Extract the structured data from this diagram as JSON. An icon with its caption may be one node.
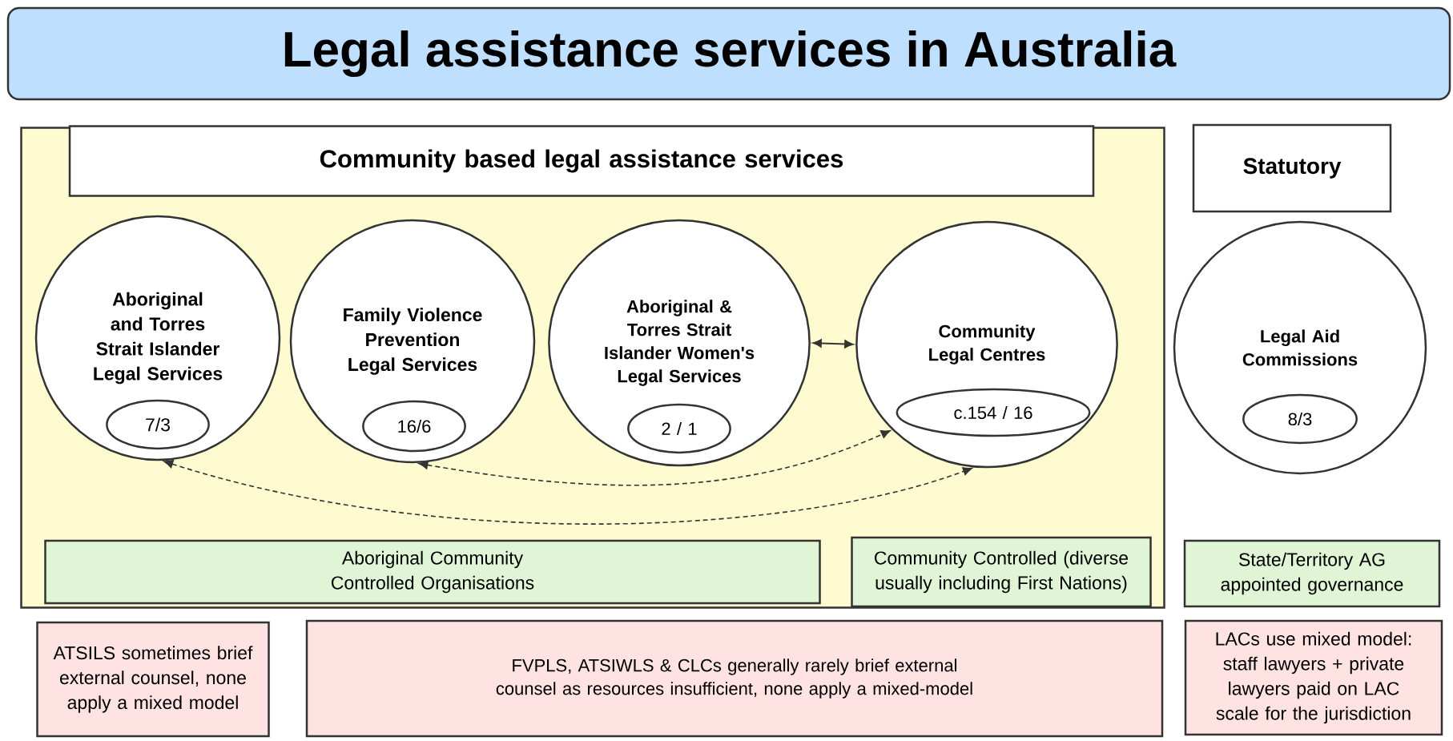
{
  "diagram": {
    "title": "Legal assistance services in Australia",
    "nodes": [
      {
        "text": [],
        "shape": "box"
      },
      {
        "text": [
          "Community based legal assistance services"
        ],
        "in": 0
      },
      {
        "text": [
          "Aboriginal and Torres Strait Islander Legal Services"
        ],
        "in": 0
      },
      {
        "text": [
          "7/3"
        ],
        "in": 2
      },
      {
        "text": [
          "Family Violence Prevention Legal Services"
        ],
        "in": 0
      },
      {
        "text": [
          "16/6"
        ],
        "in": 4
      },
      {
        "text": [
          "Aboriginal & Torres Strait Islander Women's Legal Services"
        ],
        "in": 0
      },
      {
        "text": [
          "2 / 1"
        ],
        "in": 6
      },
      {
        "text": [
          "Community Legal Centres"
        ],
        "in": 0
      },
      {
        "text": [
          "c.154 / 16"
        ],
        "in": 8
      },
      {
        "text": [
          "Statutory"
        ]
      },
      {
        "text": [
          "Legal Aid Commissions"
        ]
      },
      {
        "text": [
          "8/3"
        ],
        "in": 11
      },
      {
        "text": [
          "Aboriginal Community Controlled Organisations"
        ],
        "in": 0
      },
      {
        "text": [
          "Community Controlled (diverse usually including First Nations)"
        ],
        "in": 0
      },
      {
        "text": [
          "State/Territory AG appointed governance"
        ]
      },
      {
        "text": [
          "ATSILS sometimes brief external counsel, none apply a mixed model"
        ]
      },
      {
        "text": [
          "FVPLS, ATSIWLS & CLCs generally rarely brief external counsel as resources insufficient, none apply a mixed-model"
        ]
      },
      {
        "text": [
          "LACs use mixed model: staff lawyers + private lawyers paid on LAC scale for the jurisdiction"
        ]
      }
    ],
    "edges": [
      {
        "from": 6,
        "to": 8,
        "arrow": "both"
      },
      {
        "from": 4,
        "to": 8,
        "arrow": "both",
        "style": "dashed"
      },
      {
        "from": 2,
        "to": 8,
        "arrow": "both",
        "style": "dashed"
      }
    ]
  }
}
